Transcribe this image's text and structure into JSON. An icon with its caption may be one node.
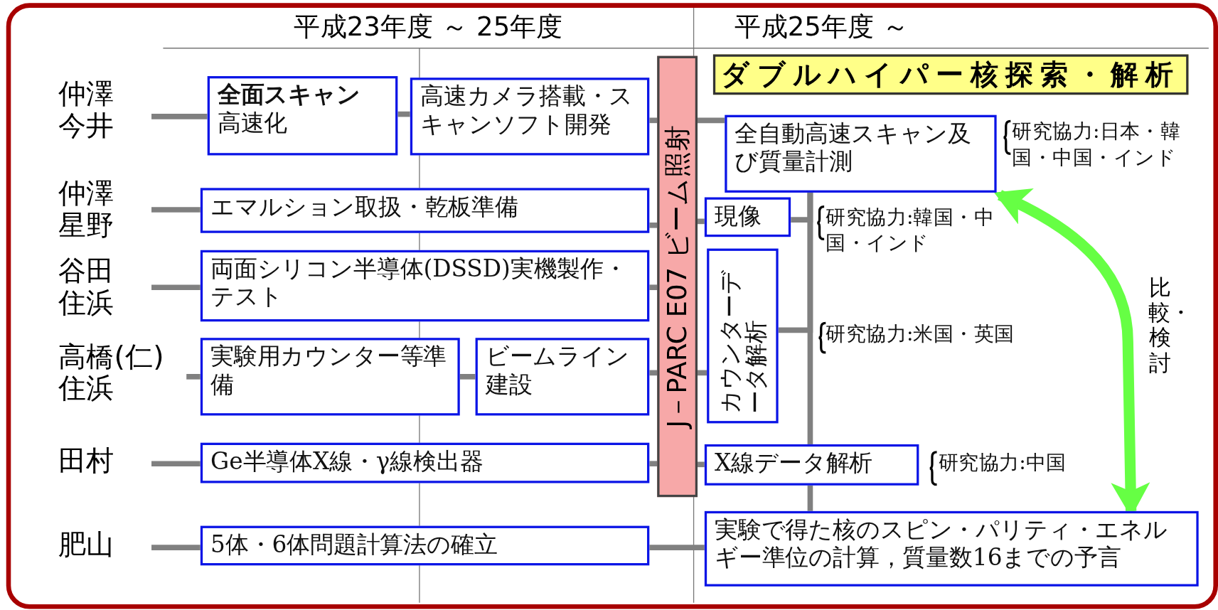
{
  "diagram": {
    "nodes": [
      {
        "text": [
          "仲澤",
          "今井"
        ]
      },
      {
        "text": [
          "全面スキャン",
          "高速化"
        ]
      },
      {
        "text": [
          "高速カメラ搭載・スキャンソフト開発"
        ]
      },
      {
        "text": [
          "J－PARC E07 ビーム照射"
        ]
      },
      {
        "text": [
          "ダブルハイパー核探索・解析"
        ]
      },
      {
        "text": [
          "全自動高速スキャン及び質量計測"
        ],
        "beside": [
          "研究協力:日本・韓国・中国・インド"
        ]
      },
      {
        "text": [
          "仲澤",
          "星野"
        ]
      },
      {
        "text": [
          "エマルション取扱・乾板準備"
        ]
      },
      {
        "text": [
          "現像"
        ],
        "beside": [
          "研究協力:韓国・中国・インド"
        ]
      },
      {
        "text": [
          "谷田",
          "住浜"
        ]
      },
      {
        "text": [
          "両面シリコン半導体(DSSD)実機製作・テスト"
        ]
      },
      {
        "text": [
          "カウンターデータ解析"
        ],
        "beside": [
          "研究協力:米国・英国"
        ]
      },
      {
        "text": [
          "高橋(仁)",
          "住浜"
        ]
      },
      {
        "text": [
          "実験用カウンター等準備"
        ]
      },
      {
        "text": [
          "ビームライン建設"
        ]
      },
      {
        "text": [
          "田村"
        ]
      },
      {
        "text": [
          "Ge半導体X線・γ線検出器"
        ]
      },
      {
        "text": [
          "X線データ解析"
        ],
        "beside": [
          "研究協力:中国"
        ]
      },
      {
        "text": [
          "肥山"
        ]
      },
      {
        "text": [
          "5体・6体問題計算法の確立"
        ]
      },
      {
        "text": [
          "実験で得た核のスピン・パリティ・エネルギー準位の計算，質量数16までの予言"
        ]
      }
    ],
    "edges": [
      {
        "from": 0,
        "to": 1,
        "arrow": "none"
      },
      {
        "from": 1,
        "to": 2,
        "arrow": "none"
      },
      {
        "from": 2,
        "to": 3,
        "arrow": "none"
      },
      {
        "from": 3,
        "to": 5,
        "arrow": "none"
      },
      {
        "from": 6,
        "to": 7,
        "arrow": "none"
      },
      {
        "from": 7,
        "to": 3,
        "arrow": "none"
      },
      {
        "from": 3,
        "to": 8,
        "arrow": "none"
      },
      {
        "from": 8,
        "to": 5,
        "arrow": "none"
      },
      {
        "from": 9,
        "to": 10,
        "arrow": "none"
      },
      {
        "from": 10,
        "to": 3,
        "arrow": "none"
      },
      {
        "from": 3,
        "to": 11,
        "arrow": "none"
      },
      {
        "from": 11,
        "to": 5,
        "arrow": "none"
      },
      {
        "from": 12,
        "to": 13,
        "arrow": "none"
      },
      {
        "from": 13,
        "to": 14,
        "arrow": "none"
      },
      {
        "from": 14,
        "to": 3,
        "arrow": "none"
      },
      {
        "from": 15,
        "to": 16,
        "arrow": "none"
      },
      {
        "from": 16,
        "to": 3,
        "arrow": "none"
      },
      {
        "from": 3,
        "to": 17,
        "arrow": "none"
      },
      {
        "from": 5,
        "to": 17,
        "arrow": "none"
      },
      {
        "from": 17,
        "to": 20,
        "arrow": "none"
      },
      {
        "from": 18,
        "to": 19,
        "arrow": "none"
      },
      {
        "from": 19,
        "to": 20,
        "arrow": "none"
      },
      {
        "from": 5,
        "to": 20,
        "arrow": "both",
        "label": "比較・検討",
        "style": "thick",
        "color": "#66ff44"
      }
    ],
    "labels": [
      "平成23年度 ～ 25年度",
      "平成25年度 ～"
    ]
  }
}
